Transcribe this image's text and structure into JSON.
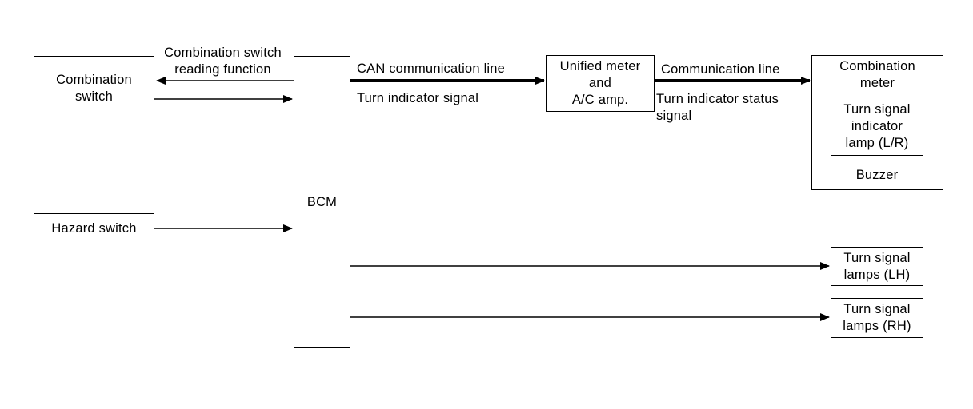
{
  "blocks": {
    "combination_switch": [
      "Combination",
      "switch"
    ],
    "hazard_switch": [
      "Hazard switch"
    ],
    "bcm": [
      "BCM"
    ],
    "unified_meter": [
      "Unified meter",
      "and",
      "A/C amp."
    ],
    "combination_meter": [
      "Combination",
      "meter"
    ],
    "turn_signal_indicator": [
      "Turn signal",
      "indicator",
      "lamp (L/R)"
    ],
    "buzzer": [
      "Buzzer"
    ],
    "turn_lamps_lh": [
      "Turn signal",
      "lamps (LH)"
    ],
    "turn_lamps_rh": [
      "Turn signal",
      "lamps (RH)"
    ]
  },
  "labels": {
    "reading_function": [
      "Combination switch",
      "reading function"
    ],
    "can_line": "CAN communication line",
    "turn_indicator_signal": "Turn indicator signal",
    "comm_line": "Communication line",
    "turn_indicator_status": [
      "Turn indicator status",
      "signal"
    ]
  },
  "colors": {
    "line": "#000000",
    "background": "#ffffff"
  }
}
